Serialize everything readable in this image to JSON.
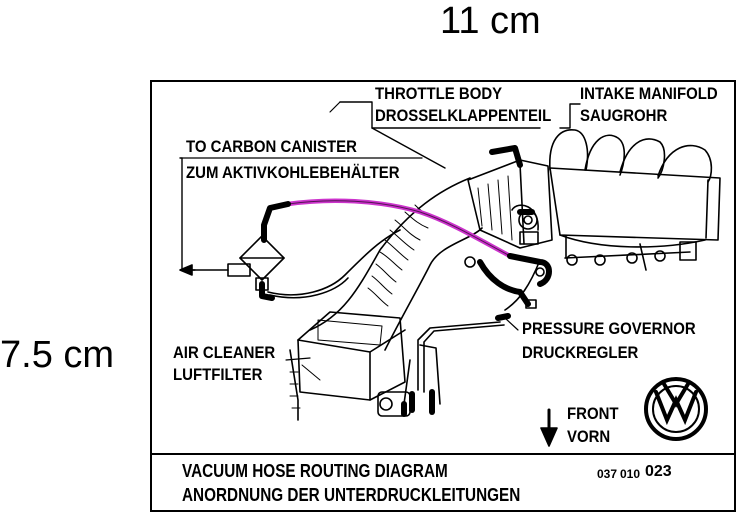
{
  "dimensions": {
    "width_label": "11 cm",
    "height_label": "7.5 cm"
  },
  "labels": {
    "throttle_en": "THROTTLE BODY",
    "throttle_de": "DROSSELKLAPPENTEIL",
    "intake_en": "INTAKE MANIFOLD",
    "intake_de": "SAUGROHR",
    "canister_en": "TO CARBON CANISTER",
    "canister_de": "ZUM AKTIVKOHLEBEHÄLTER",
    "air_en": "AIR CLEANER",
    "air_de": "LUFTFILTER",
    "pressure_en": "PRESSURE GOVERNOR",
    "pressure_de": "DRUCKREGLER",
    "front_en": "FRONT",
    "front_de": "VORN"
  },
  "footer": {
    "title_en": "VACUUM HOSE ROUTING DIAGRAM",
    "title_de": "ANORDNUNG DER UNTERDRUCKLEITUNGEN",
    "part_a": "037",
    "part_b": "010",
    "part_c": "023"
  },
  "colors": {
    "ink": "#000000",
    "hose_highlight": "#cc33cc",
    "background": "#ffffff"
  }
}
